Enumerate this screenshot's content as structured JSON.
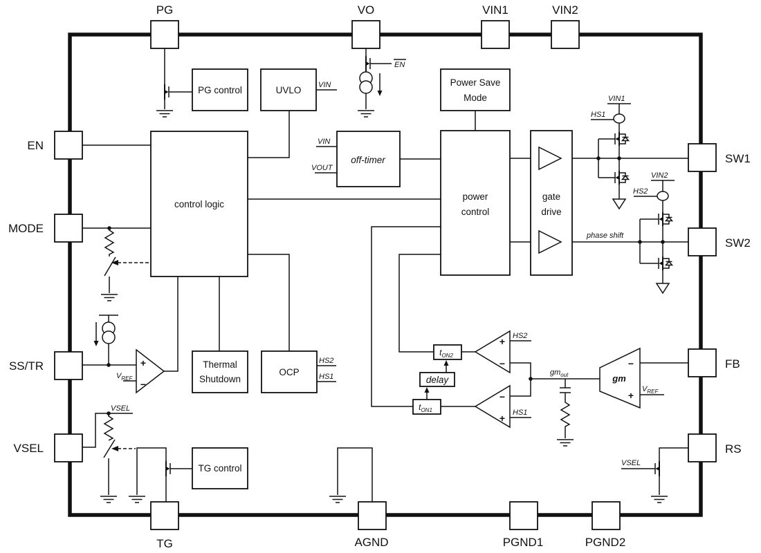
{
  "colors": {
    "line": "#111111",
    "background": "#ffffff"
  },
  "pins": {
    "pg": "PG",
    "vo": "VO",
    "vin1": "VIN1",
    "vin2": "VIN2",
    "en": "EN",
    "mode": "MODE",
    "sstr": "SS/TR",
    "vsel": "VSEL",
    "sw1": "SW1",
    "sw2": "SW2",
    "fb": "FB",
    "rs": "RS",
    "tg": "TG",
    "agnd": "AGND",
    "pgnd1": "PGND1",
    "pgnd2": "PGND2"
  },
  "blocks": {
    "pg_control": "PG control",
    "uvlo": "UVLO",
    "power_save_1": "Power Save",
    "power_save_2": "Mode",
    "control_logic": "control logic",
    "off_timer": "off-timer",
    "power_1": "power",
    "power_2": "control",
    "gate_1": "gate",
    "gate_2": "drive",
    "thermal_1": "Thermal",
    "thermal_2": "Shutdown",
    "ocp": "OCP",
    "tg_control": "TG control",
    "delay": "delay",
    "ton": "t",
    "ton1_sub": "ON1",
    "ton2_sub": "ON2",
    "gm": "gm"
  },
  "signals": {
    "vin": "VIN",
    "vout": "VOUT",
    "vin1": "VIN1",
    "vin2": "VIN2",
    "hs1": "HS1",
    "hs2": "HS2",
    "en_bar": "EN",
    "phase_shift": "phase shift",
    "vref_v": "V",
    "vref_sub": "REF",
    "gm_out": "gm",
    "gm_out_sub": "out",
    "vsel": "VSEL",
    "plus": "+",
    "minus": "−"
  }
}
